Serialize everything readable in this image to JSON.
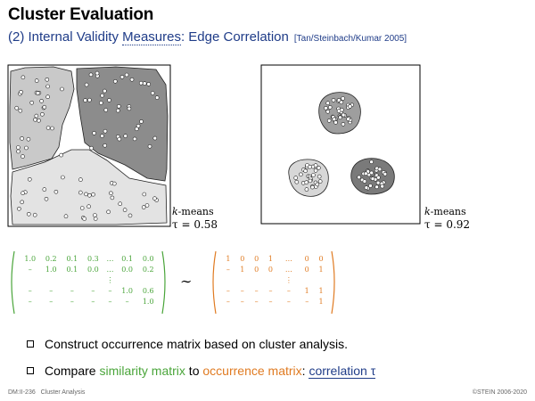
{
  "header": {
    "title": "Cluster Evaluation",
    "subtitle_prefix": "(2) Internal Validity ",
    "subtitle_measures": "Measures",
    "subtitle_rest": ": Edge Correlation",
    "citation": "[Tan/Steinbach/Kumar 2005]"
  },
  "left_figure": {
    "caption_k": "k",
    "caption_method": "-means",
    "tau_label": "τ = 0.58"
  },
  "right_figure": {
    "caption_k": "k",
    "caption_method": "-means",
    "tau_label": "τ = 0.92"
  },
  "similarity_matrix": {
    "rows": [
      [
        "1.0",
        "0.2",
        "0.1",
        "0.3",
        "…",
        "0.1",
        "0.0"
      ],
      [
        "–",
        "1.0",
        "0.1",
        "0.0",
        "…",
        "0.0",
        "0.2"
      ],
      [
        "",
        "",
        "",
        "",
        "⋮",
        "",
        ""
      ],
      [
        "–",
        "–",
        "–",
        "–",
        "–",
        "1.0",
        "0.6"
      ],
      [
        "–",
        "–",
        "–",
        "–",
        "–",
        "–",
        "1.0"
      ]
    ],
    "color": "#4aa53a"
  },
  "occurrence_matrix": {
    "rows": [
      [
        "1",
        "0",
        "0",
        "1",
        "…",
        "0",
        "0"
      ],
      [
        "–",
        "1",
        "0",
        "0",
        "…",
        "0",
        "1"
      ],
      [
        "",
        "",
        "",
        "",
        "⋮",
        "",
        ""
      ],
      [
        "–",
        "–",
        "–",
        "–",
        "–",
        "1",
        "1"
      ],
      [
        "–",
        "–",
        "–",
        "–",
        "–",
        "–",
        "1"
      ]
    ],
    "color": "#e07b22"
  },
  "tilde": "∼",
  "bullets": {
    "item1": "Construct occurrence matrix based on cluster analysis.",
    "item2_prefix": "Compare ",
    "item2_similarity": "similarity matrix",
    "item2_to": " to ",
    "item2_occurrence": "occurrence matrix",
    "item2_colon": ": ",
    "item2_correlation": "correlation τ"
  },
  "footer": {
    "left_code": "DM:II-236",
    "left_topic": "Cluster Analysis",
    "right": "©STEIN 2006-2020"
  }
}
